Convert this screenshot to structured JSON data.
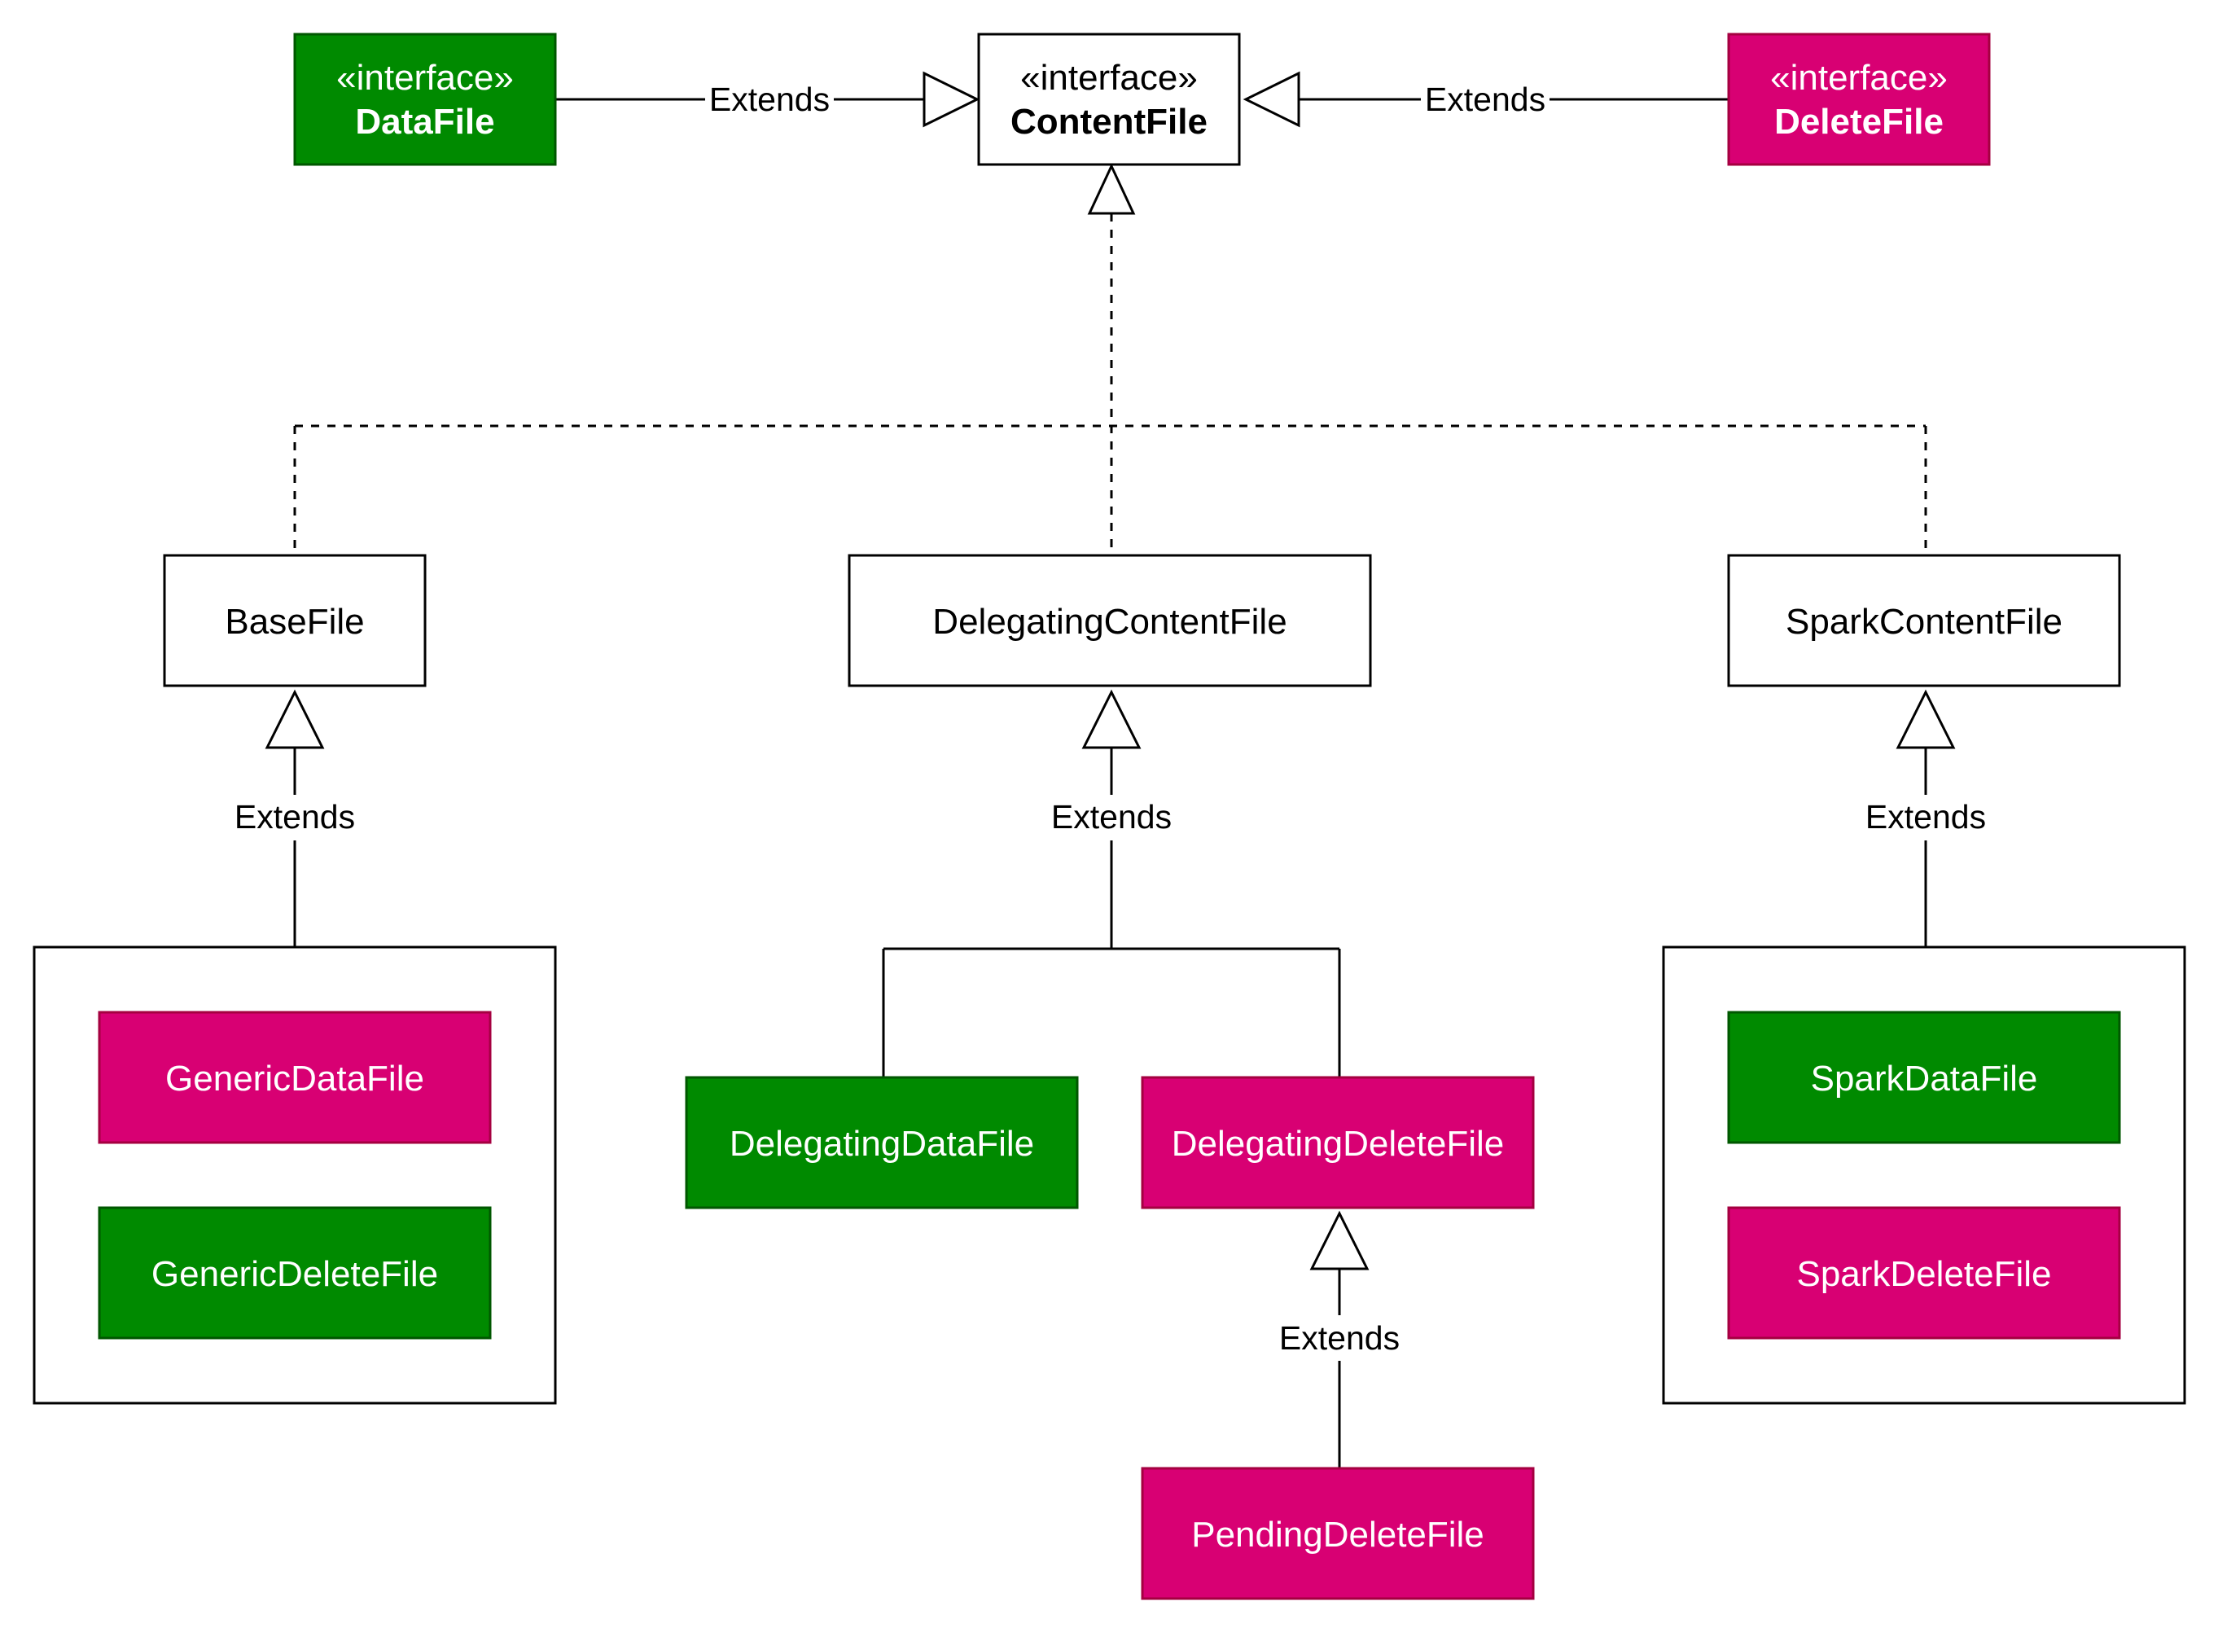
{
  "colors": {
    "data_file": "#008a00",
    "data_file_border": "#005700",
    "delete_file": "#d80073",
    "delete_file_border": "#a50040",
    "plain_box": "#ffffff",
    "line": "#000000"
  },
  "interfaces": {
    "data_file": {
      "stereotype": "«interface»",
      "name": "DataFile"
    },
    "content_file": {
      "stereotype": "«interface»",
      "name": "ContentFile"
    },
    "delete_file": {
      "stereotype": "«interface»",
      "name": "DeleteFile"
    }
  },
  "classes": {
    "base_file": "BaseFile",
    "delegating_content_file": "DelegatingContentFile",
    "spark_content_file": "SparkContentFile",
    "generic_data_file": "GenericDataFile",
    "generic_delete_file": "GenericDeleteFile",
    "delegating_data_file": "DelegatingDataFile",
    "delegating_delete_file": "DelegatingDeleteFile",
    "pending_delete_file": "PendingDeleteFile",
    "spark_data_file": "SparkDataFile",
    "spark_delete_file": "SparkDeleteFile"
  },
  "edges": {
    "extends_label": "Extends"
  }
}
